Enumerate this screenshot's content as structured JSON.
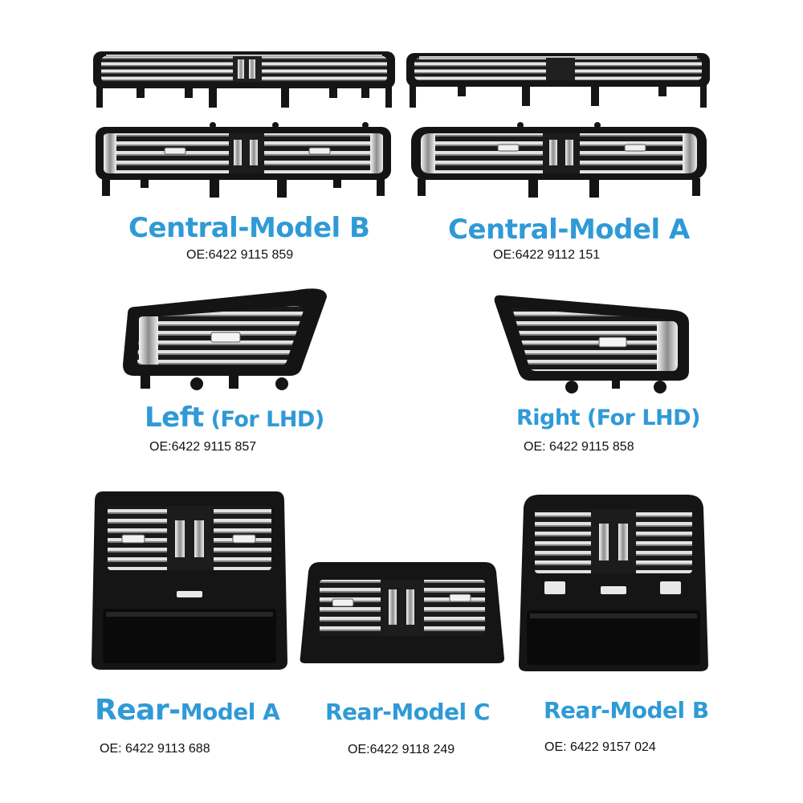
{
  "colors": {
    "label": "#2f9ad6",
    "frame": "#141414",
    "chrome": "#d8d8d8"
  },
  "products": [
    {
      "id": "central-b",
      "title": "Central-Model B",
      "oe": "OE:6422 9115 859"
    },
    {
      "id": "central-a",
      "title": "Central-Model A",
      "oe": "OE:6422 9112 151"
    },
    {
      "id": "left",
      "title_main": "Left",
      "title_sub": " (For LHD)",
      "oe": "OE:6422 9115 857"
    },
    {
      "id": "right",
      "title": "Right (For LHD)",
      "oe": "OE: 6422 9115 858"
    },
    {
      "id": "rear-a",
      "title_main": "Rear-",
      "title_sub": "Model A",
      "oe": "OE: 6422 9113 688"
    },
    {
      "id": "rear-c",
      "title": "Rear-Model C",
      "oe": "OE:6422 9118 249"
    },
    {
      "id": "rear-b",
      "title": "Rear-Model B",
      "oe": "OE: 6422 9157 024"
    }
  ]
}
